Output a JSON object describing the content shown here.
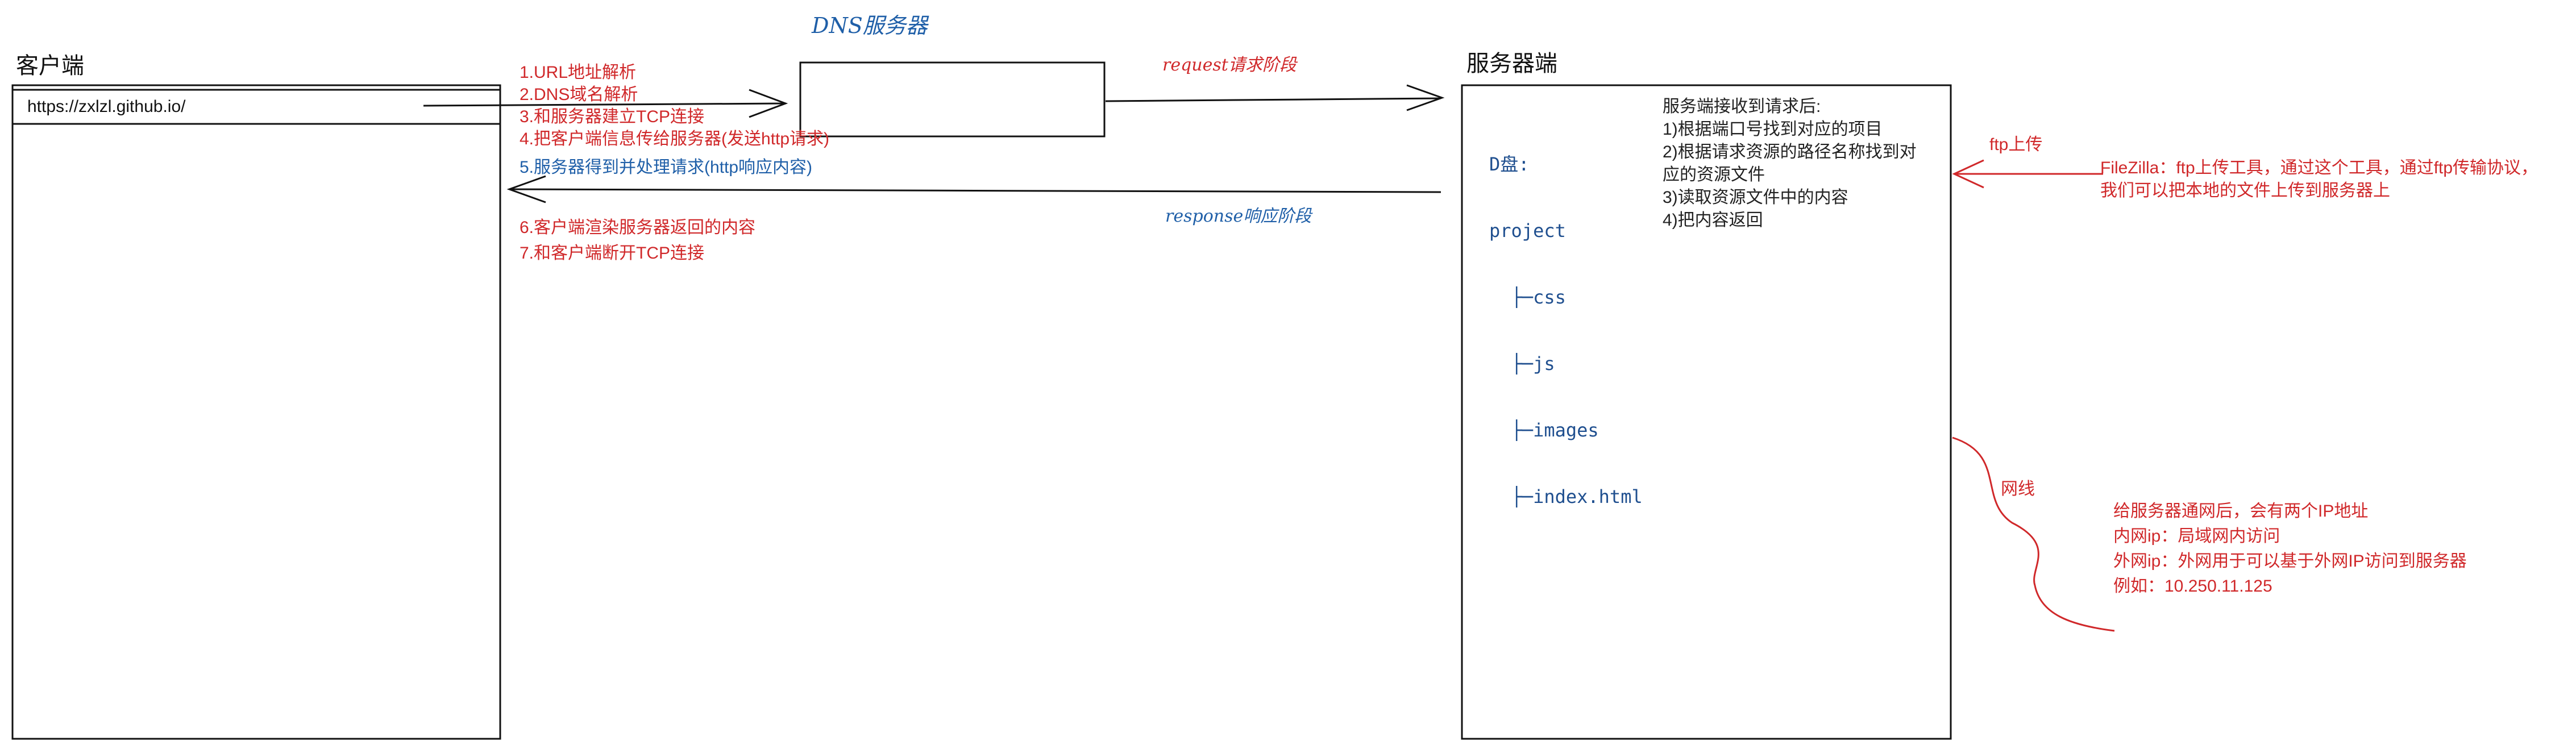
{
  "client": {
    "title": "客户端",
    "url": "https://zxlzl.github.io/"
  },
  "dns": {
    "title": "DNS服务器"
  },
  "server": {
    "title": "服务器端"
  },
  "steps": {
    "red_top": [
      "1.URL地址解析",
      "2.DNS域名解析",
      "3.和服务器建立TCP连接",
      "4.把客户端信息传给服务器(发送http请求)"
    ],
    "blue": "5.服务器得到并处理请求(http响应内容)",
    "red_bottom": [
      "6.客户端渲染服务器返回的内容",
      "7.和客户端断开TCP连接"
    ]
  },
  "phases": {
    "request": "request请求阶段",
    "response": "response响应阶段"
  },
  "file_tree": [
    "D盘:",
    "project",
    "  ├─css",
    "  ├─js",
    "  ├─images",
    "  ├─index.html"
  ],
  "server_notes": [
    "服务端接收到请求后:",
    "1)根据端口号找到对应的项目",
    "2)根据请求资源的路径名称找到对",
    "应的资源文件",
    "3)读取资源文件中的内容",
    "4)把内容返回"
  ],
  "ftp": {
    "label": "ftp上传",
    "note": [
      "FileZilla：ftp上传工具，通过这个工具，通过ftp传输协议，",
      "我们可以把本地的文件上传到服务器上"
    ]
  },
  "network": {
    "label": "网线",
    "note": [
      "给服务器通网后，会有两个IP地址",
      "内网ip：局域网内访问",
      "外网ip：外网用于可以基于外网IP访问到服务器",
      "例如：10.250.11.125"
    ]
  },
  "colors": {
    "red": "#d0282a",
    "blue": "#1f5fa8",
    "stroke": "#111111"
  }
}
